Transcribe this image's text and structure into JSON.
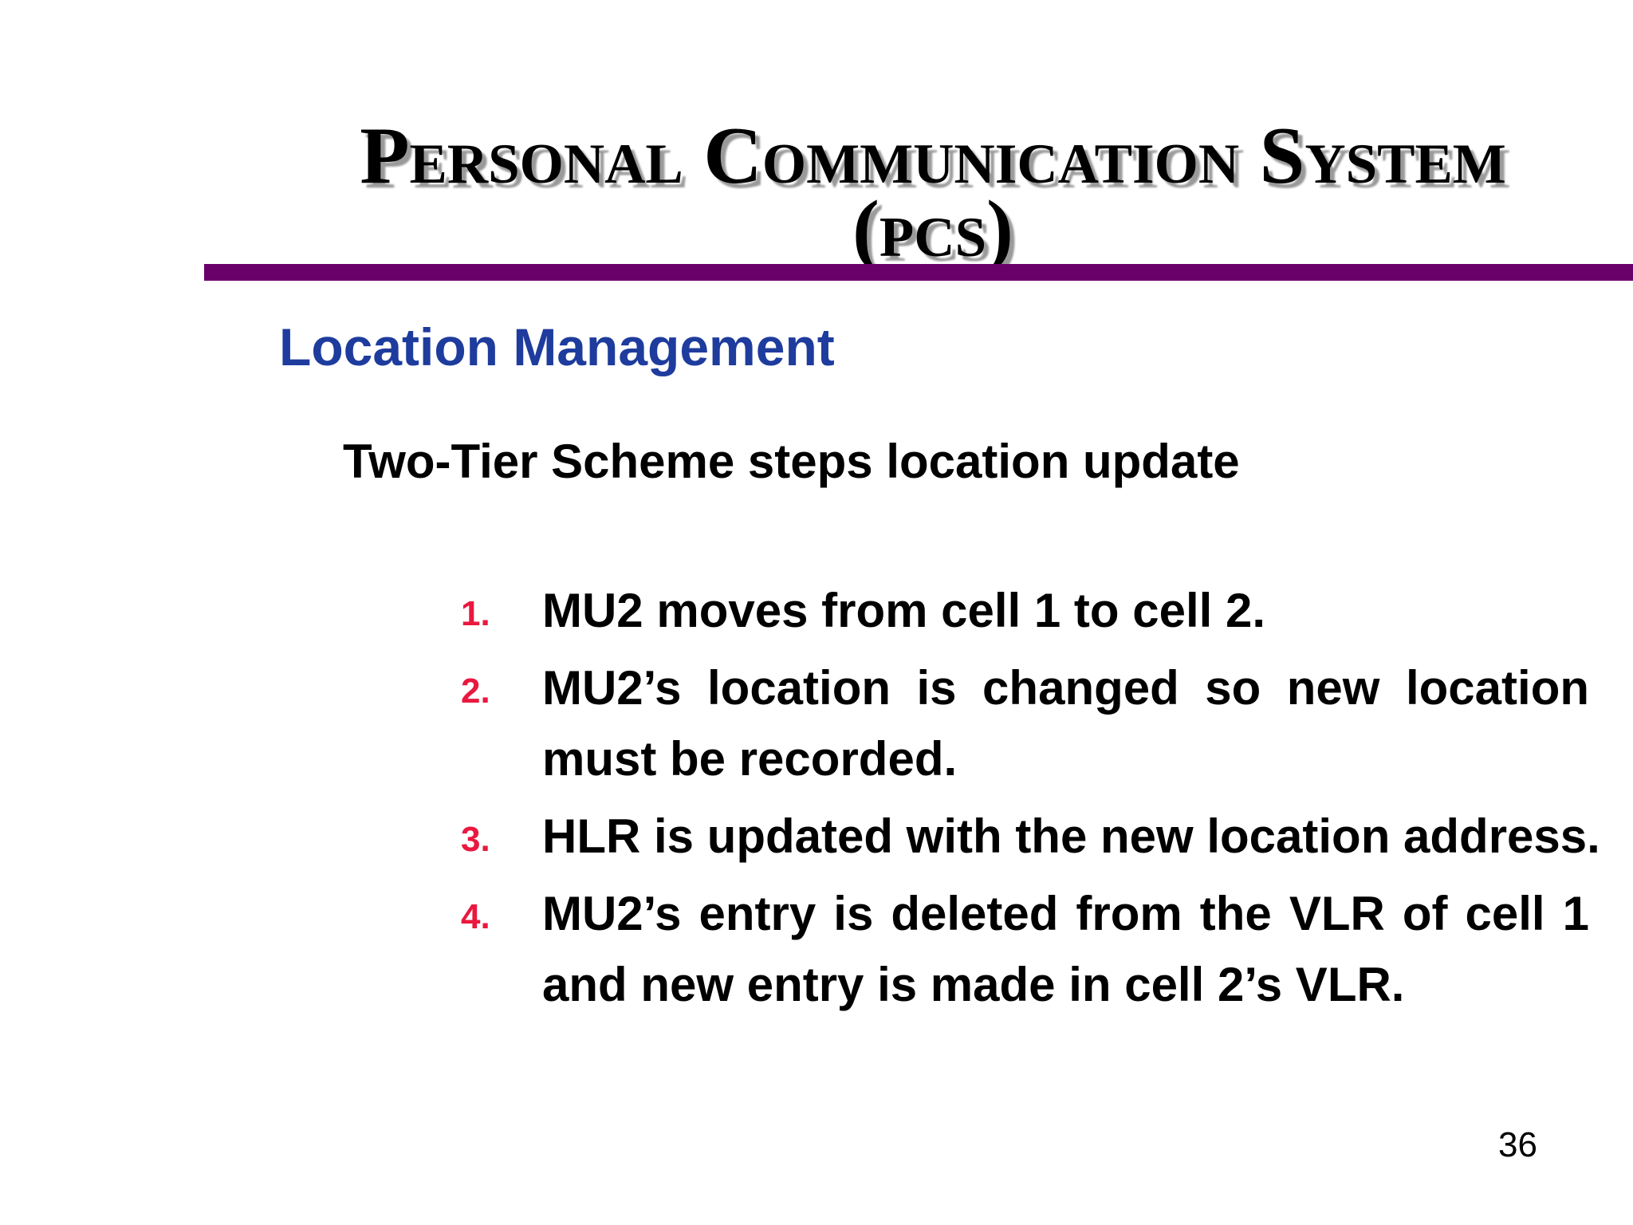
{
  "title": {
    "line1": "Personal Communication System",
    "line2": "(PCS)"
  },
  "heading": "Location Management",
  "subheading": "Two-Tier Scheme steps location update",
  "list": {
    "items": [
      {
        "number": "1.",
        "lines": [
          "MU2 moves from cell 1 to cell 2."
        ]
      },
      {
        "number": "2.",
        "lines": [
          "MU2’s location is changed so new location",
          "must be recorded."
        ]
      },
      {
        "number": "3.",
        "lines": [
          "HLR is updated with the new location address."
        ]
      },
      {
        "number": "4.",
        "lines": [
          "MU2’s entry is deleted from the VLR of cell 1",
          "and new entry is made in cell 2’s VLR."
        ]
      }
    ]
  },
  "page_number": "36",
  "colors": {
    "heading_blue": "#1e3c9d",
    "list_number_red": "#e9183f",
    "divider_purple": "#690069",
    "title_text": "#000000",
    "title_shadow": "#9a9a9a",
    "body_text": "#000000"
  }
}
